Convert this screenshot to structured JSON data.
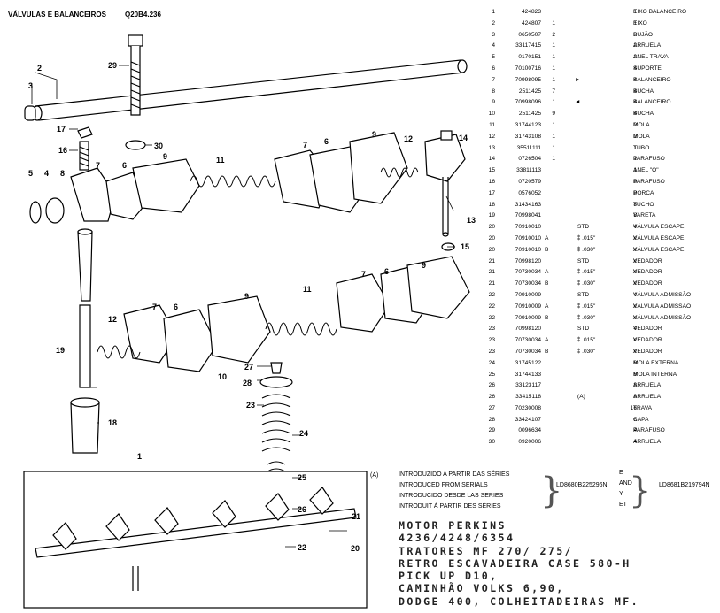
{
  "header": {
    "title": "VÁLVULAS E BALANCEIROS",
    "code": "Q20B4.236"
  },
  "parts": [
    {
      "no": "1",
      "pn": "424823",
      "var": "",
      "q1": "",
      "ov": "",
      "qty": "1",
      "desc": "EIXO BALANCEIRO"
    },
    {
      "no": "2",
      "pn": "424807",
      "var": "",
      "q1": "1",
      "ov": "",
      "qty": "1",
      "desc": "EIXO"
    },
    {
      "no": "3",
      "pn": "0650507",
      "var": "",
      "q1": "2",
      "ov": "",
      "qty": "2",
      "desc": "BUJÃO"
    },
    {
      "no": "4",
      "pn": "33117415",
      "var": "",
      "q1": "1",
      "ov": "",
      "qty": "2",
      "desc": "ARRUELA"
    },
    {
      "no": "5",
      "pn": "0170151",
      "var": "",
      "q1": "1",
      "ov": "",
      "qty": "2",
      "desc": "ANEL TRAVA"
    },
    {
      "no": "6",
      "pn": "70100716",
      "var": "",
      "q1": "1",
      "ov": "",
      "qty": "4",
      "desc": "SUPORTE"
    },
    {
      "no": "7",
      "pn": "70998095",
      "var": "",
      "q1": "1",
      "ov": "",
      "qty": "4",
      "desc": "BALANCEIRO",
      "arrow": "►"
    },
    {
      "no": "8",
      "pn": "2511425",
      "var": "",
      "q1": "7",
      "ov": "",
      "qty": "4",
      "desc": "BUCHA"
    },
    {
      "no": "9",
      "pn": "70998096",
      "var": "",
      "q1": "1",
      "ov": "",
      "qty": "4",
      "desc": "BALANCEIRO",
      "arrow": "◄"
    },
    {
      "no": "10",
      "pn": "2511425",
      "var": "",
      "q1": "9",
      "ov": "",
      "qty": "4",
      "desc": "BUCHA"
    },
    {
      "no": "11",
      "pn": "31744123",
      "var": "",
      "q1": "1",
      "ov": "",
      "qty": "2",
      "desc": "MOLA"
    },
    {
      "no": "12",
      "pn": "31743108",
      "var": "",
      "q1": "1",
      "ov": "",
      "qty": "2",
      "desc": "MOLA"
    },
    {
      "no": "13",
      "pn": "35511111",
      "var": "",
      "q1": "1",
      "ov": "",
      "qty": "1",
      "desc": "TUBO"
    },
    {
      "no": "14",
      "pn": "0726504",
      "var": "",
      "q1": "1",
      "ov": "",
      "qty": "1",
      "desc": "PARAFUSO"
    },
    {
      "no": "15",
      "pn": "33811113",
      "var": "",
      "q1": "",
      "ov": "",
      "qty": "1",
      "desc": "ANEL \"O\""
    },
    {
      "no": "16",
      "pn": "0720579",
      "var": "",
      "q1": "",
      "ov": "",
      "qty": "8",
      "desc": "PARAFUSO"
    },
    {
      "no": "17",
      "pn": "0576052",
      "var": "",
      "q1": "",
      "ov": "",
      "qty": "8",
      "desc": "PORCA"
    },
    {
      "no": "18",
      "pn": "31434163",
      "var": "",
      "q1": "",
      "ov": "",
      "qty": "8",
      "desc": "TUCHO"
    },
    {
      "no": "19",
      "pn": "70998041",
      "var": "",
      "q1": "",
      "ov": "",
      "qty": "8",
      "desc": "VARETA"
    },
    {
      "no": "20",
      "pn": "70910010",
      "var": "",
      "q1": "",
      "ov": "STD",
      "qty": "4",
      "desc": "VÁLVULA ESCAPE"
    },
    {
      "no": "20",
      "pn": "70910010",
      "var": "A",
      "q1": "",
      "ov": "⁑ .015\"",
      "qty": "X",
      "desc": "VÁLVULA ESCAPE"
    },
    {
      "no": "20",
      "pn": "70910010",
      "var": "B",
      "q1": "",
      "ov": "⁑ .030\"",
      "qty": "X",
      "desc": "VÁLVULA ESCAPE"
    },
    {
      "no": "21",
      "pn": "70998120",
      "var": "",
      "q1": "",
      "ov": "STD",
      "qty": "X",
      "desc": "VEDADOR"
    },
    {
      "no": "21",
      "pn": "70730034",
      "var": "A",
      "q1": "",
      "ov": "⁑ .015\"",
      "qty": "X",
      "desc": "VEDADOR"
    },
    {
      "no": "21",
      "pn": "70730034",
      "var": "B",
      "q1": "",
      "ov": "⁑ .030\"",
      "qty": "X",
      "desc": "VEDADOR"
    },
    {
      "no": "22",
      "pn": "70910009",
      "var": "",
      "q1": "",
      "ov": "STD",
      "qty": "4",
      "desc": "VÁLVULA ADMISSÃO"
    },
    {
      "no": "22",
      "pn": "70910009",
      "var": "A",
      "q1": "",
      "ov": "⁑ .015\"",
      "qty": "X",
      "desc": "VÁLVULA ADMISSÃO"
    },
    {
      "no": "22",
      "pn": "70910009",
      "var": "B",
      "q1": "",
      "ov": "⁑ .030\"",
      "qty": "X",
      "desc": "VÁLVULA ADMISSÃO"
    },
    {
      "no": "23",
      "pn": "70998120",
      "var": "",
      "q1": "",
      "ov": "STD",
      "qty": "4",
      "desc": "VEDADOR"
    },
    {
      "no": "23",
      "pn": "70730034",
      "var": "A",
      "q1": "",
      "ov": "⁑ .015\"",
      "qty": "X",
      "desc": "VEDADOR"
    },
    {
      "no": "23",
      "pn": "70730034",
      "var": "B",
      "q1": "",
      "ov": "⁑ .030\"",
      "qty": "X",
      "desc": "VEDADOR"
    },
    {
      "no": "24",
      "pn": "31745122",
      "var": "",
      "q1": "",
      "ov": "",
      "qty": "8",
      "desc": "MOLA EXTERNA"
    },
    {
      "no": "25",
      "pn": "31744133",
      "var": "",
      "q1": "",
      "ov": "",
      "qty": "8",
      "desc": "MOLA INTERNA"
    },
    {
      "no": "26",
      "pn": "33123117",
      "var": "",
      "q1": "",
      "ov": "",
      "qty": "8",
      "desc": "ARRUELA"
    },
    {
      "no": "26",
      "pn": "33415118",
      "var": "",
      "q1": "",
      "ov": "(A)",
      "qty": "8",
      "desc": "ARRUELA"
    },
    {
      "no": "27",
      "pn": "70230008",
      "var": "",
      "q1": "",
      "ov": "",
      "qty": "16",
      "desc": "TRAVA"
    },
    {
      "no": "28",
      "pn": "33424107",
      "var": "",
      "q1": "",
      "ov": "",
      "qty": "8",
      "desc": "CAPA"
    },
    {
      "no": "29",
      "pn": "0096634",
      "var": "",
      "q1": "",
      "ov": "",
      "qty": "4",
      "desc": "PARAFUSO"
    },
    {
      "no": "30",
      "pn": "0920006",
      "var": "",
      "q1": "",
      "ov": "",
      "qty": "4",
      "desc": "ARRUELA"
    }
  ],
  "notes": {
    "marker": "(A)",
    "lines": [
      "INTRODUZIDO A PARTIR DAS SÉRIES",
      "INTRODUCED FROM SERIALS",
      "INTRODUCIDO DESDE LAS SERIES",
      "INTRODUIT À PARTIR DES SÉRIES"
    ],
    "serial_from": "LD8680B225296N",
    "conjunctions": [
      "E",
      "AND",
      "Y",
      "ET"
    ],
    "serial_to": "LD8681B219794N"
  },
  "footer": {
    "lines": [
      "MOTOR PERKINS",
      "4236/4248/6354",
      "TRATORES MF 270/ 275/",
      "RETRO ESCAVADEIRA CASE 580-H",
      "PICK UP D10,",
      "CAMINHÃO VOLKS 6,90,",
      "DODGE 400, COLHEITADEIRAS MF."
    ]
  },
  "callouts": [
    "1",
    "2",
    "3",
    "4",
    "5",
    "6",
    "7",
    "8",
    "9",
    "10",
    "11",
    "12",
    "13",
    "14",
    "15",
    "16",
    "17",
    "18",
    "19",
    "20",
    "21",
    "22",
    "23",
    "24",
    "25",
    "26",
    "27",
    "28",
    "29",
    "30"
  ],
  "colors": {
    "ink": "#000000",
    "footer": "#222222"
  }
}
